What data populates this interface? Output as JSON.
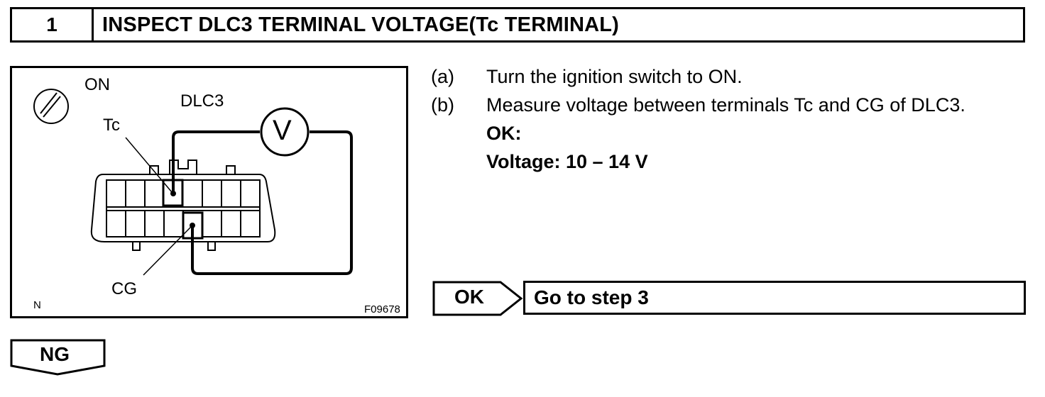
{
  "header": {
    "step_number": "1",
    "title": "INSPECT DLC3 TERMINAL VOLTAGE(Tc TERMINAL)"
  },
  "figure": {
    "switch_label": "ON",
    "connector_label": "DLC3",
    "tc_label": "Tc",
    "cg_label": "CG",
    "meter_symbol": "V",
    "corner_left": "N",
    "figure_id": "F09678"
  },
  "instructions": {
    "items": [
      {
        "letter": "(a)",
        "text": "Turn the ignition switch to ON."
      },
      {
        "letter": "(b)",
        "text": "Measure voltage between terminals Tc and CG of DLC3."
      }
    ],
    "ok_label": "OK:",
    "spec": "Voltage: 10 – 14 V"
  },
  "result_ok": {
    "label": "OK",
    "action": "Go to step 3"
  },
  "result_ng": {
    "label": "NG"
  }
}
